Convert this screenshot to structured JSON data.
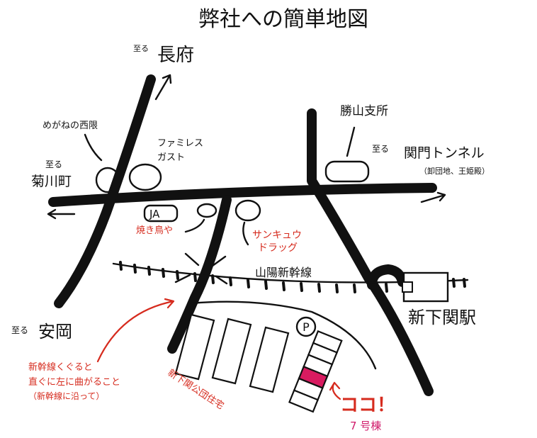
{
  "title": "弊社への簡単地図",
  "colors": {
    "road": "#111111",
    "annotation": "#d62b1e",
    "target": "#d81b60",
    "target_text": "#d01a6a"
  },
  "labels": {
    "to_nagafu_prefix": "至る",
    "to_nagafu": "長府",
    "meganenosaigen": "めがねの西限",
    "familyrest_1": "ファミレス",
    "familyrest_2": "ガスト",
    "to_kikugawa_prefix": "至る",
    "to_kikugawa": "菊川町",
    "katsuyama": "勝山支所",
    "to_tunnel_prefix": "至る",
    "tunnel": "関門トンネル",
    "tunnel_sub": "（卸団地、王姫殿）",
    "ja": "JA",
    "yakitoriya": "焼き鳥や",
    "sankyu_1": "サンキュウ",
    "sankyu_2": "ドラッグ",
    "sanyo_shinkansen": "山陽新幹線",
    "shin_shimonoseki": "新下関駅",
    "to_yasuoka_prefix": "至る",
    "to_yasuoka": "安岡",
    "parking": "P",
    "note_1": "新幹線くぐると",
    "note_2": "直ぐに左に曲がること",
    "note_3": "（新幹線に沿って）",
    "housing": "新下関公団住宅",
    "koko": "ココ！",
    "building": "7 号棟"
  }
}
